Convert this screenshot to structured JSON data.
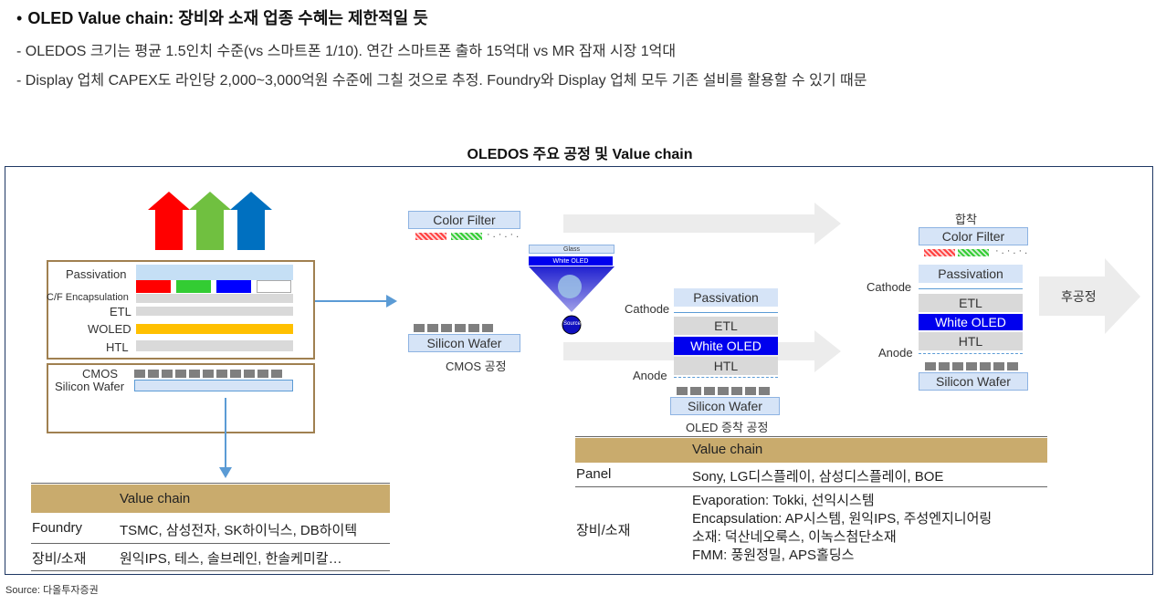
{
  "heading": {
    "bullet": "•",
    "title": "OLED Value chain: 장비와 소재 업종 수혜는 제한적일 듯",
    "line1": "- OLEDOS 크기는 평균 1.5인치 수준(vs 스마트폰 1/10). 연간 스마트폰 출하 15억대 vs MR 잠재 시장 1억대",
    "line2": "- Display 업체 CAPEX도 라인당 2,000~3,000억원 수준에 그칠 것으로 추정. Foundry와 Display 업체 모두 기존 설비를 활용할 수 있기 때문"
  },
  "figure_title": "OLEDOS 주요 공정 및 Value chain",
  "left_stack": {
    "arrow_colors": [
      "#ff0000",
      "#70c040",
      "#0070c0"
    ],
    "layers": {
      "passivation": "Passivation",
      "cf": "C/F Encapsulation",
      "etl": "ETL",
      "woled": "WOLED",
      "htl": "HTL",
      "cmos": "CMOS",
      "wafer": "Silicon Wafer"
    },
    "cf_colors": [
      "#ff0000",
      "#33cc33",
      "#0000ff",
      "#ffffff"
    ]
  },
  "mid": {
    "color_filter": "Color Filter",
    "silicon_wafer": "Silicon Wafer",
    "cmos_process": "CMOS 공정",
    "glass": "Glass",
    "white_oled": "White OLED",
    "source": "Source"
  },
  "deposition": {
    "cathode": "Cathode",
    "passivation": "Passivation",
    "etl": "ETL",
    "white_oled": "White OLED",
    "htl": "HTL",
    "anode": "Anode",
    "wafer": "Silicon Wafer",
    "caption": "OLED 증착 공정"
  },
  "bonding": {
    "label": "합착",
    "color_filter": "Color Filter",
    "passivation": "Passivation",
    "cathode": "Cathode",
    "etl": "ETL",
    "white_oled": "White OLED",
    "htl": "HTL",
    "anode": "Anode",
    "wafer": "Silicon Wafer",
    "post": "후공정"
  },
  "table_left": {
    "header": "Value chain",
    "rows": [
      {
        "key": "Foundry",
        "value": "TSMC, 삼성전자, SK하이닉스, DB하이텍"
      },
      {
        "key": "장비/소재",
        "value": "원익IPS, 테스, 솔브레인, 한솔케미칼…"
      }
    ]
  },
  "table_right": {
    "header": "Value chain",
    "panel_key": "Panel",
    "panel_value": "Sony, LG디스플레이, 삼성디스플레이, BOE",
    "equip_key": "장비/소재",
    "equip_lines": [
      "Evaporation: Tokki, 선익시스템",
      "Encapsulation: AP시스템, 원익IPS, 주성엔지니어링",
      "소재: 덕산네오룩스, 이녹스첨단소재",
      "FMM: 풍원정밀, APS홀딩스"
    ]
  },
  "source": "Source: 다올투자증권",
  "colors": {
    "table_header": "#c9ab6d",
    "frame": "#1f3864",
    "light_blue": "#d6e4f7",
    "oled_blue": "#0000ee"
  }
}
